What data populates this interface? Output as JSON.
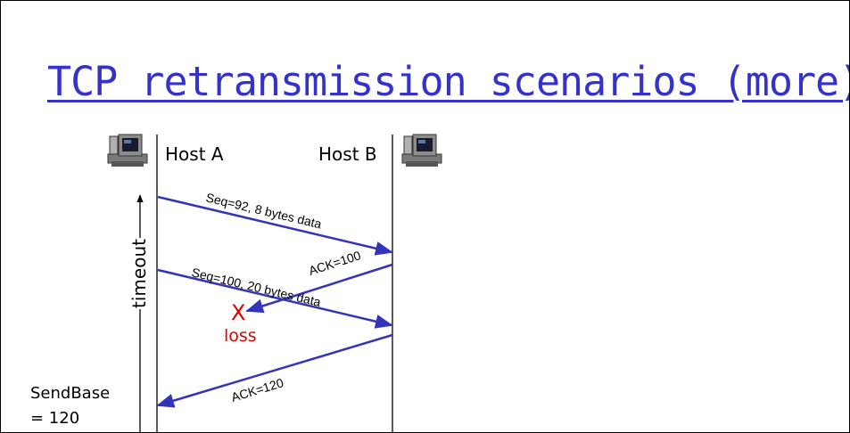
{
  "slide": {
    "title": "TCP retransmission scenarios (more)"
  },
  "hosts": {
    "a_label": "Host A",
    "b_label": "Host B"
  },
  "messages": {
    "seq92": "Seq=92, 8 bytes data",
    "ack100": "ACK=100",
    "seq100": "Seq=100, 20 bytes data",
    "ack120": "ACK=120"
  },
  "annotations": {
    "timeout": "timeout",
    "loss_mark": "X",
    "loss": "loss",
    "sendbase_line1": "SendBase",
    "sendbase_line2": "= 120"
  },
  "colors": {
    "title": "#3333cc",
    "arrow": "#3333bb",
    "loss": "#e00000"
  },
  "icons": {
    "host_a": "computer-icon",
    "host_b": "computer-icon"
  }
}
